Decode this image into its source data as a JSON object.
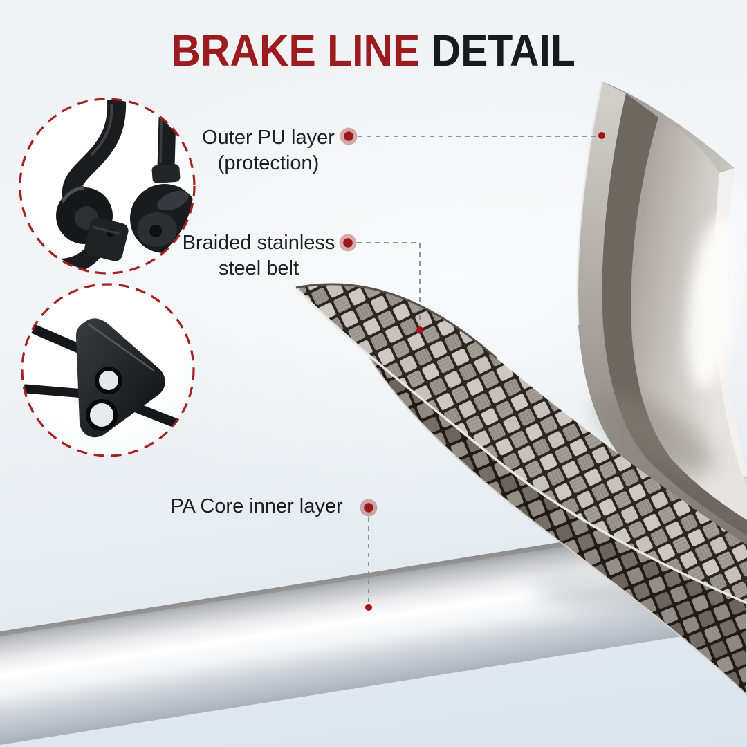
{
  "title": {
    "text_red": "BRAKE LINE",
    "text_dark": "DETAIL"
  },
  "callouts": [
    {
      "id": "outer-pu-layer",
      "line1": "Outer PU layer",
      "line2": "(protection)"
    },
    {
      "id": "braided-steel-belt",
      "line1": "Braided stainless",
      "line2": "steel belt"
    },
    {
      "id": "pa-core",
      "line1": "PA Core inner layer",
      "line2": ""
    }
  ],
  "insets": [
    {
      "name": "brake-hose-banjo-fittings-photo"
    },
    {
      "name": "banjo-bolt-bracket-photo"
    }
  ],
  "icons": {
    "callout_dot": "red-dot-with-halo",
    "leader_line": "gray-dashed-line",
    "inset_border": "red-dashed-circle"
  },
  "colors": {
    "accent_red": "#9b1b1e",
    "title_dark": "#191a1c",
    "label_text": "#1d1e20",
    "dashed_ring": "#a42023",
    "leader_gray": "#85898d",
    "dot_red": "#9b191c",
    "end_dot_red": "#ab1014",
    "metal_light": "#f2f1ef",
    "metal_dark": "#6e6760"
  }
}
